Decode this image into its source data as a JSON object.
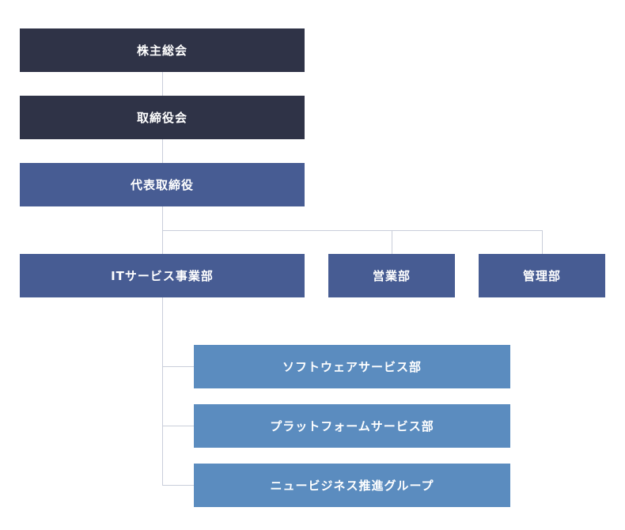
{
  "org_chart": {
    "shareholders_meeting": "株主総会",
    "board_of_directors": "取締役会",
    "representative_director": "代表取締役",
    "departments": {
      "it_services": "ITサービス事業部",
      "sales": "営業部",
      "administration": "管理部"
    },
    "it_sub_units": {
      "software_services": "ソフトウェアサービス部",
      "platform_services": "プラットフォームサービス部",
      "new_business_group": "ニュービジネス推進グループ"
    }
  },
  "colors": {
    "top_level_box": "#2f3347",
    "executive_box": "#475c93",
    "sub_unit_box": "#5b8cbf",
    "connector": "#c9ceda"
  }
}
